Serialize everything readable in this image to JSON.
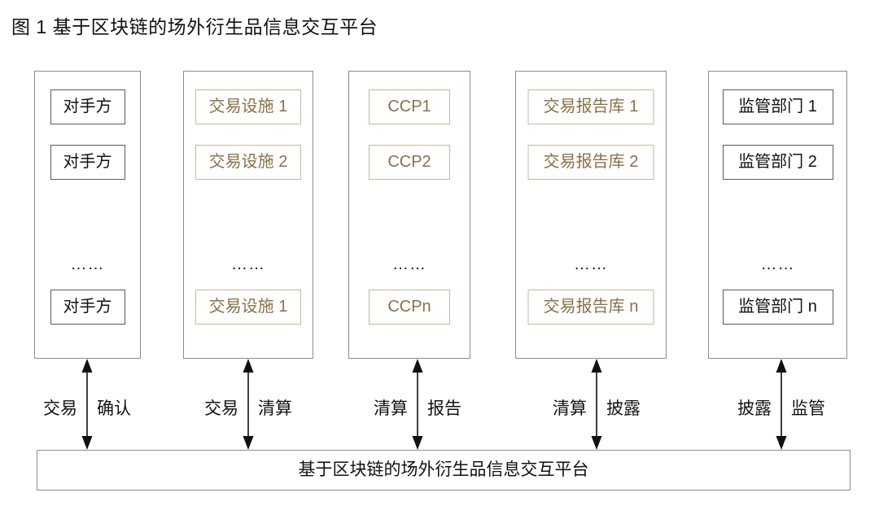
{
  "figure": {
    "title": "图 1  基于区块链的场外衍生品信息交互平台"
  },
  "ellipsis_mark": "……",
  "colors": {
    "brown_text": "#8a7047",
    "brown_border": "#c8b79c",
    "black_text": "#111111",
    "frame_border": "#8c8c8c"
  },
  "columns": [
    {
      "id": "counterparty",
      "style": "black",
      "nodes": [
        "对手方",
        "对手方",
        "对手方"
      ]
    },
    {
      "id": "trading-facility",
      "style": "brown",
      "nodes": [
        "交易设施 1",
        "交易设施 2",
        "交易设施 1"
      ]
    },
    {
      "id": "ccp",
      "style": "brown",
      "nodes": [
        "CCP1",
        "CCP2",
        "CCPn"
      ]
    },
    {
      "id": "trade-repository",
      "style": "brown",
      "nodes": [
        "交易报告库 1",
        "交易报告库 2",
        "交易报告库 n"
      ]
    },
    {
      "id": "regulator",
      "style": "black",
      "nodes": [
        "监管部门 1",
        "监管部门 2",
        "监管部门 n"
      ]
    }
  ],
  "flows": [
    {
      "left": "交易",
      "right": "确认"
    },
    {
      "left": "交易",
      "right": "清算"
    },
    {
      "left": "清算",
      "right": "报告"
    },
    {
      "left": "清算",
      "right": "披露"
    },
    {
      "left": "披露",
      "right": "监管"
    }
  ],
  "platform": {
    "label": "基于区块链的场外衍生品信息交互平台"
  }
}
